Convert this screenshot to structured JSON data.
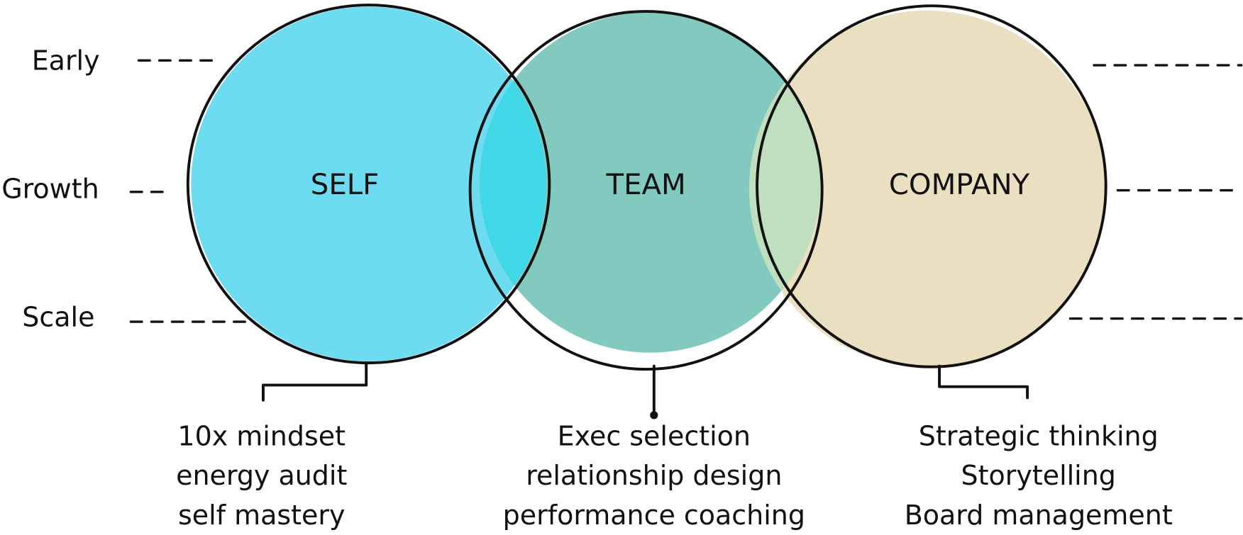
{
  "stages": [
    "Early",
    "Growth",
    "Scale"
  ],
  "circles": [
    {
      "label": "SELF",
      "color": "#6ddcf0",
      "items": [
        "10x mindset",
        "energy audit",
        "self mastery"
      ]
    },
    {
      "label": "TEAM",
      "color": "#82c9c0",
      "items": [
        "Exec selection",
        "relationship design",
        "performance coaching"
      ]
    },
    {
      "label": "COMPANY",
      "color": "#ebdfc2",
      "items": [
        "Strategic thinking",
        "Storytelling",
        "Board management"
      ]
    }
  ],
  "overlap_colors": {
    "self_team": "#40d8e6",
    "team_company": "#c0dfbe"
  }
}
